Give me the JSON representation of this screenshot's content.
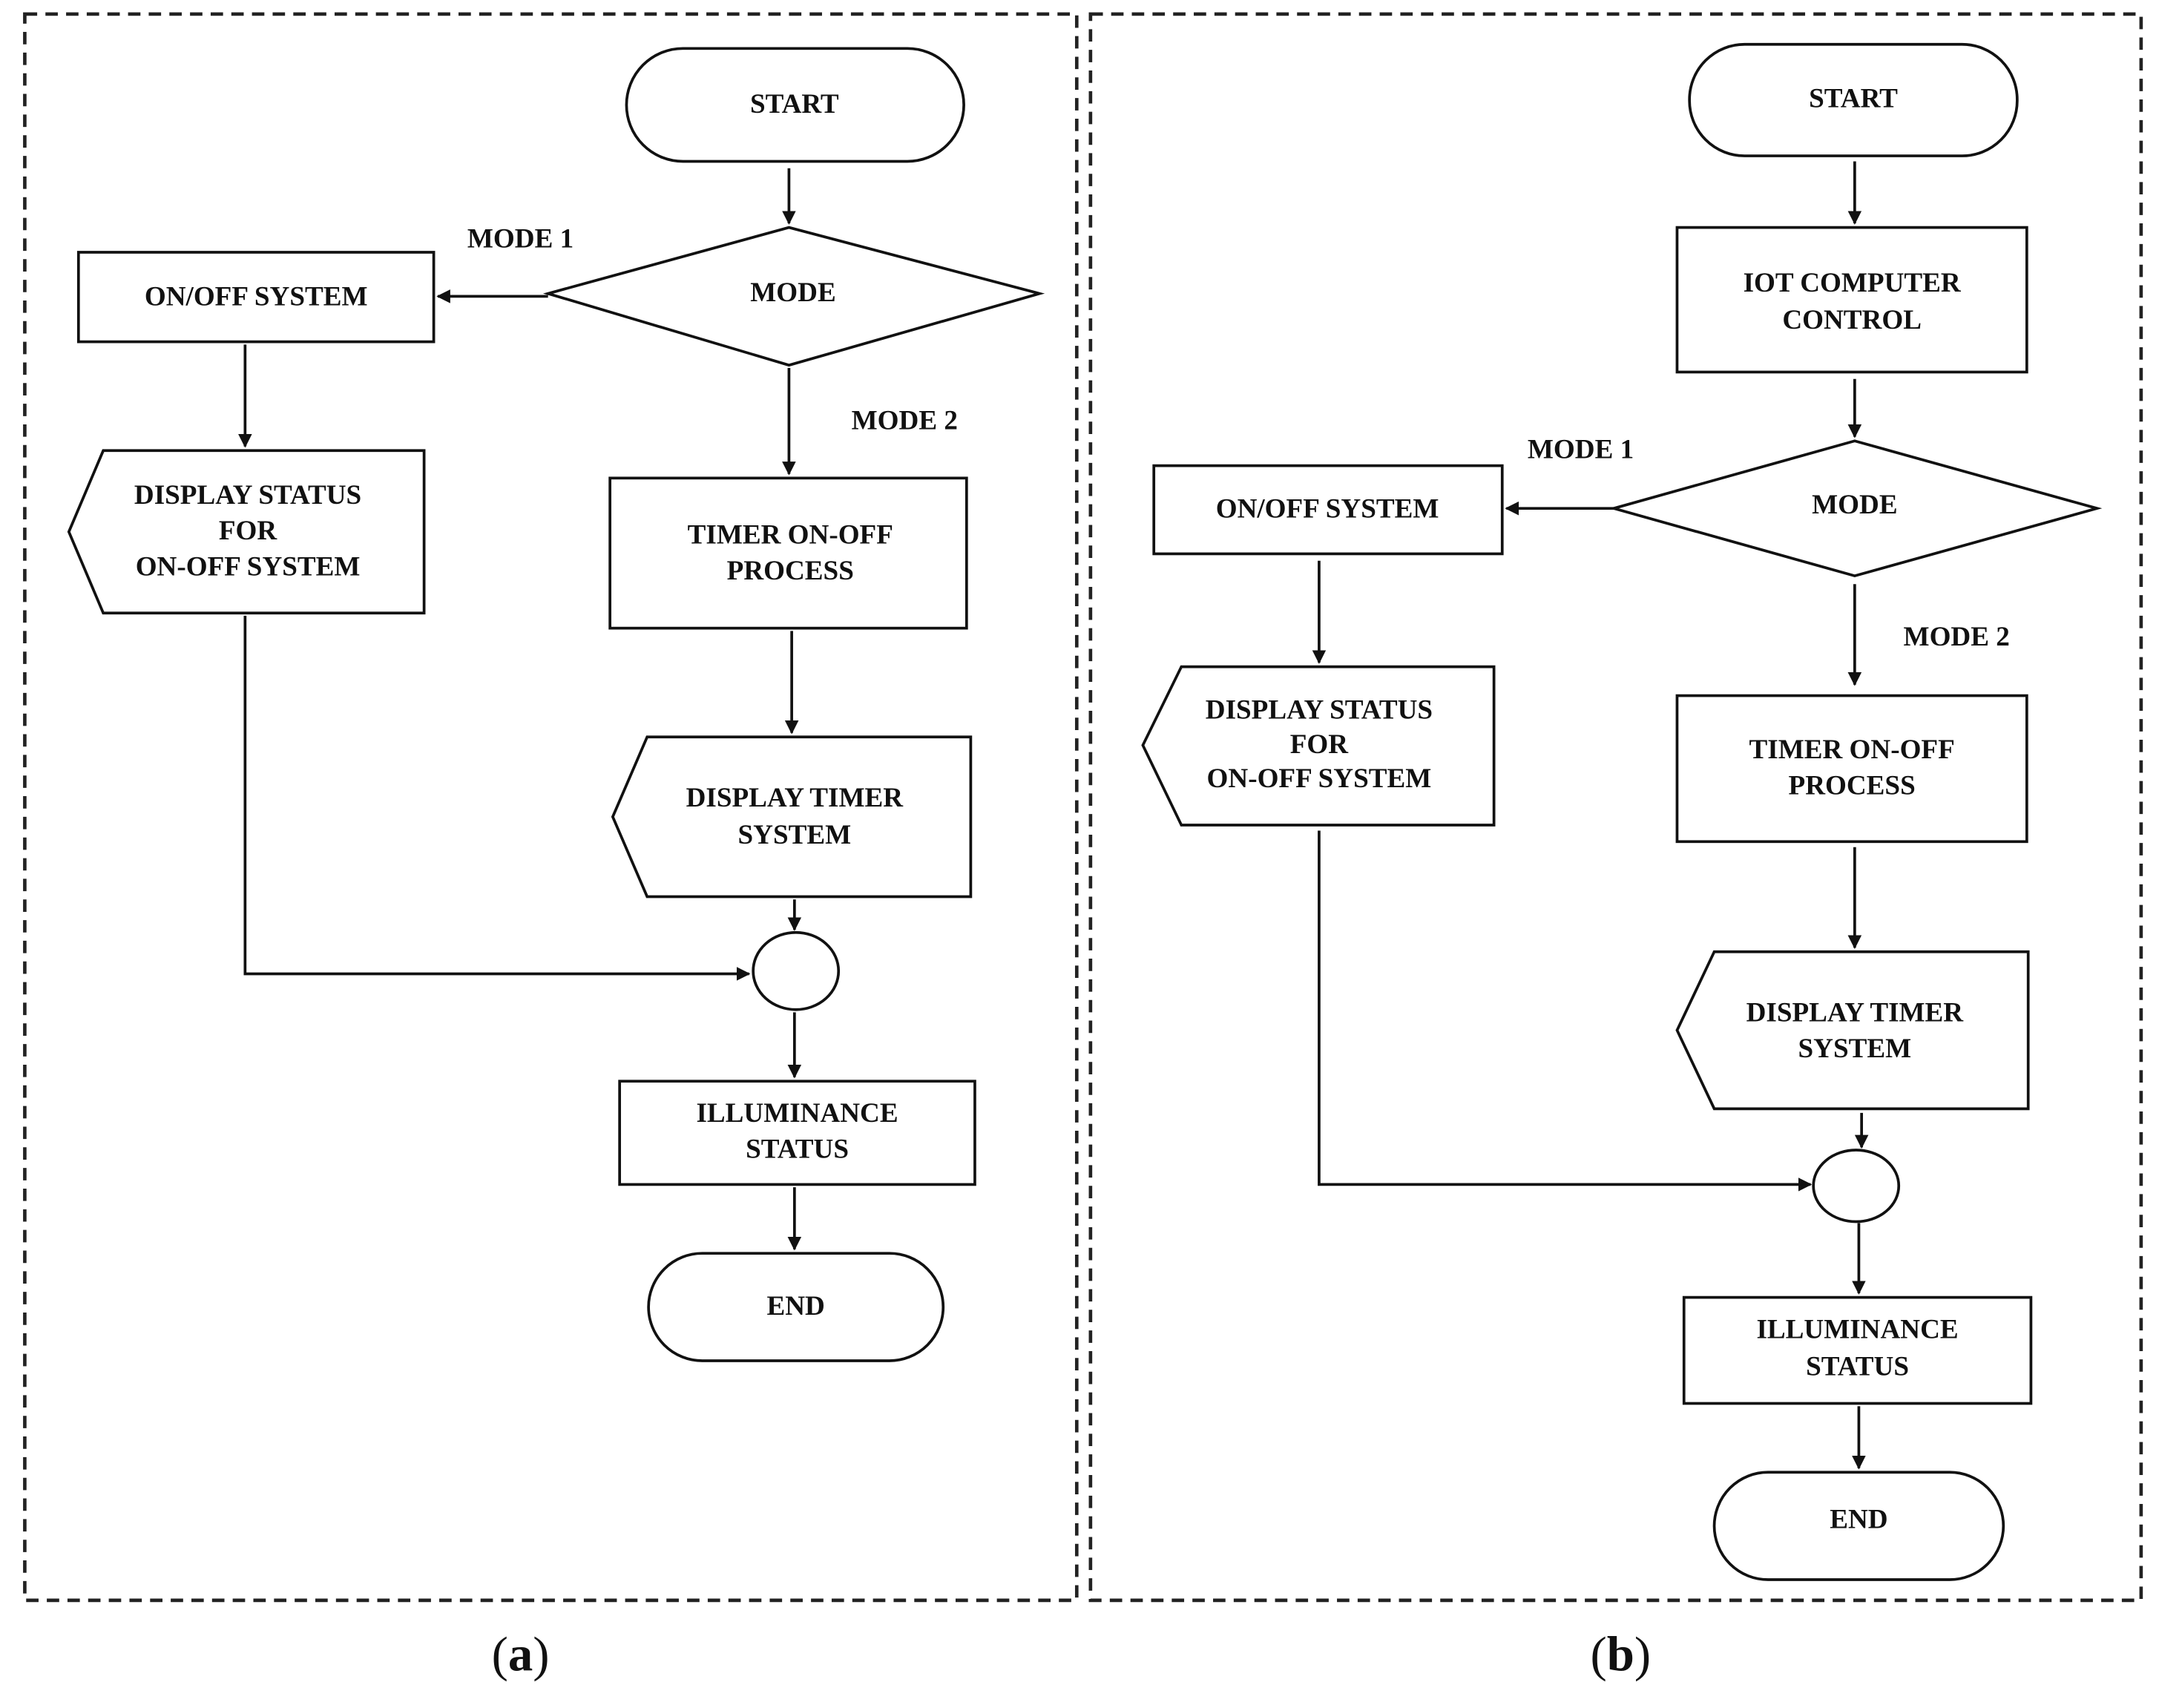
{
  "panel_a": {
    "caption": "a",
    "start": "START",
    "mode": "MODE",
    "mode1_label": "MODE 1",
    "mode2_label": "MODE 2",
    "onoff": "ON/OFF SYSTEM",
    "display_status": [
      "DISPLAY STATUS",
      "FOR",
      "ON-OFF SYSTEM"
    ],
    "timer": [
      "TIMER ON-OFF",
      "PROCESS"
    ],
    "display_timer": [
      "DISPLAY TIMER",
      "SYSTEM"
    ],
    "illuminance": [
      "ILLUMINANCE",
      "STATUS"
    ],
    "end": "END"
  },
  "panel_b": {
    "caption": "b",
    "start": "START",
    "iot": [
      "IOT COMPUTER",
      "CONTROL"
    ],
    "mode": "MODE",
    "mode1_label": "MODE 1",
    "mode2_label": "MODE 2",
    "onoff": "ON/OFF SYSTEM",
    "display_status": [
      "DISPLAY STATUS",
      "FOR",
      "ON-OFF SYSTEM"
    ],
    "timer": [
      "TIMER ON-OFF",
      "PROCESS"
    ],
    "display_timer": [
      "DISPLAY TIMER",
      "SYSTEM"
    ],
    "illuminance": [
      "ILLUMINANCE",
      "STATUS"
    ],
    "end": "END"
  }
}
